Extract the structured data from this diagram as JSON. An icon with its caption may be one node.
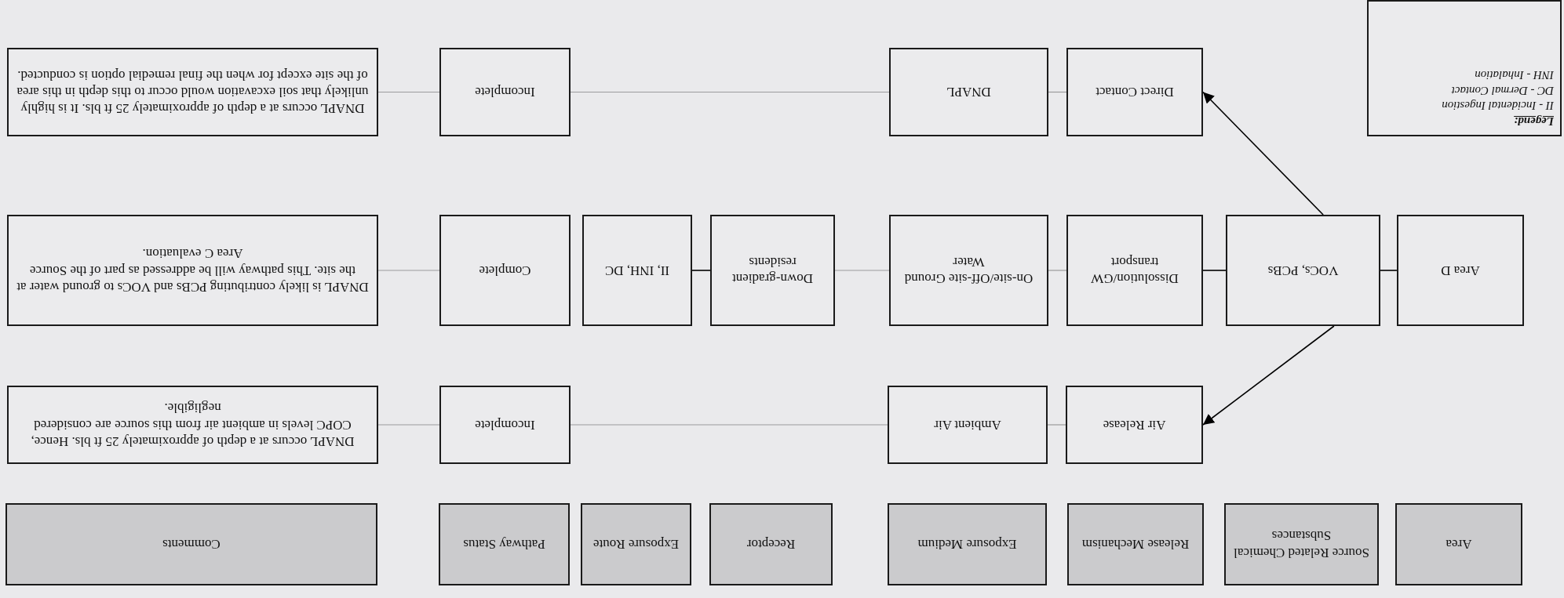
{
  "diagram": {
    "nodes": [
      {
        "text": [
          "Area"
        ]
      },
      {
        "text": [
          "Source Related Chemical Substances"
        ]
      },
      {
        "text": [
          "Release Mechanism"
        ]
      },
      {
        "text": [
          "Exposure Medium"
        ]
      },
      {
        "text": [
          "Receptor"
        ]
      },
      {
        "text": [
          "Exposure Route"
        ]
      },
      {
        "text": [
          "Pathway Status"
        ]
      },
      {
        "text": [
          "Comments"
        ]
      },
      {
        "text": [
          "Air Release"
        ]
      },
      {
        "text": [
          "Ambient Air"
        ]
      },
      {
        "text": [
          "Incomplete"
        ]
      },
      {
        "text": [
          "DNAPL occurs at a depth of approximately 25 ft bls.  Hence, COPC levels in ambient air from this source are considered negligible."
        ]
      },
      {
        "text": [
          "Area D"
        ]
      },
      {
        "text": [
          "VOCs, PCBs"
        ]
      },
      {
        "text": [
          "Dissolution/GW transport"
        ]
      },
      {
        "text": [
          "On-site/Off-site Ground Water"
        ]
      },
      {
        "text": [
          "Down-gradient residents"
        ]
      },
      {
        "text": [
          "II, INH, DC"
        ]
      },
      {
        "text": [
          "Complete"
        ]
      },
      {
        "text": [
          "DNAPL is likely contributing PCBs and VOCs to ground water at the site.  This pathway will be addressed as part of the Source Area C evaluation."
        ]
      },
      {
        "text": [
          "Direct Contact"
        ]
      },
      {
        "text": [
          "DNAPL"
        ]
      },
      {
        "text": [
          "Incomplete"
        ]
      },
      {
        "text": [
          "DNAPL occurs at a depth of approximately 25 ft bls.  It is highly unlikely that soil excavation would occur to this depth in this area of the site except for when the final remedial option is conducted."
        ]
      },
      {
        "text": [
          "Legend:",
          "II - Incidental Ingestion",
          "DC - Dermal Contact",
          "INH - Inhalation"
        ]
      }
    ],
    "edges": [
      {
        "from": 12,
        "to": 13,
        "arrow": "none",
        "color": "#000000"
      },
      {
        "from": 13,
        "to": 8,
        "arrow": "to",
        "color": "#000000"
      },
      {
        "from": 13,
        "to": 14,
        "arrow": "none",
        "color": "#000000"
      },
      {
        "from": 13,
        "to": 20,
        "arrow": "to",
        "color": "#000000"
      },
      {
        "from": 8,
        "to": 9,
        "arrow": "none"
      },
      {
        "from": 9,
        "to": 10,
        "arrow": "none"
      },
      {
        "from": 10,
        "to": 11,
        "arrow": "none"
      },
      {
        "from": 14,
        "to": 15,
        "arrow": "none"
      },
      {
        "from": 15,
        "to": 16,
        "arrow": "none"
      },
      {
        "from": 16,
        "to": 17,
        "arrow": "none",
        "color": "#000000"
      },
      {
        "from": 18,
        "to": 19,
        "arrow": "none"
      },
      {
        "from": 20,
        "to": 21,
        "arrow": "none"
      },
      {
        "from": 21,
        "to": 22,
        "arrow": "none"
      },
      {
        "from": 22,
        "to": 23,
        "arrow": "none"
      }
    ]
  }
}
